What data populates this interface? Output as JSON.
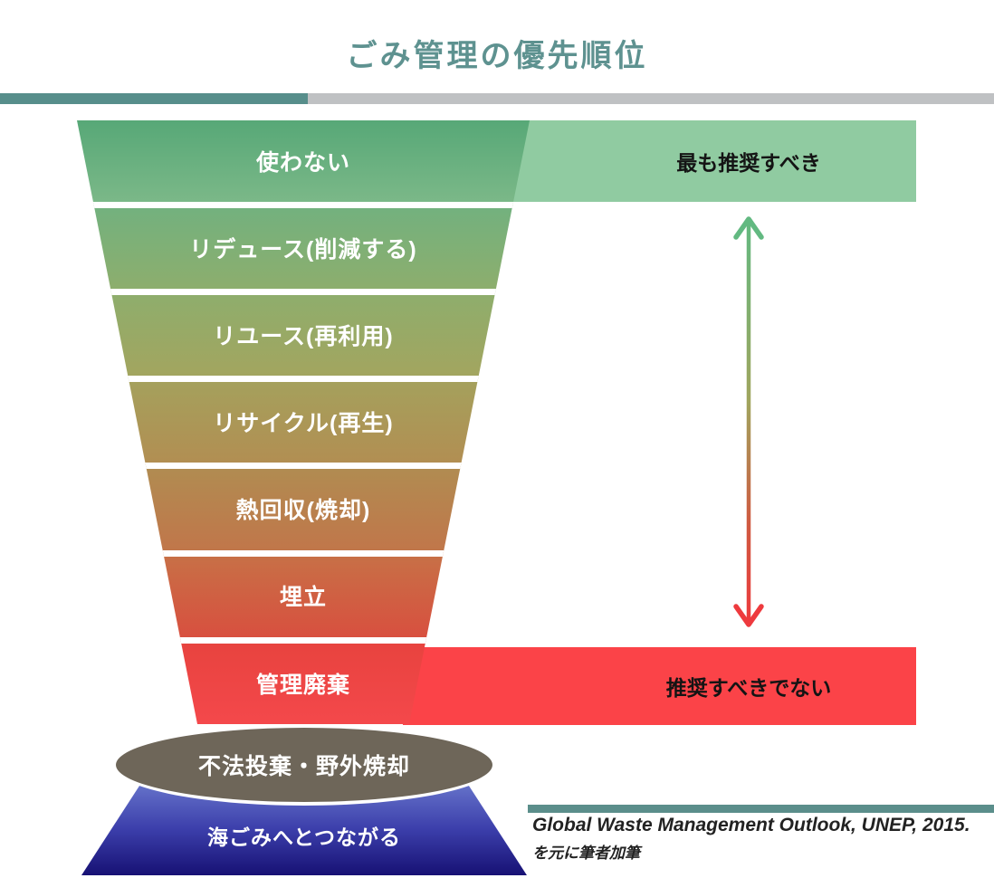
{
  "title": "ごみ管理の優先順位",
  "funnel": {
    "levels": [
      {
        "rank": 1,
        "label": "使わない"
      },
      {
        "rank": 2,
        "label": "リデュース(削減する)"
      },
      {
        "rank": 3,
        "label": "リユース(再利用)"
      },
      {
        "rank": 4,
        "label": "リサイクル(再生)"
      },
      {
        "rank": 5,
        "label": "熱回収(焼却)"
      },
      {
        "rank": 6,
        "label": "埋立"
      },
      {
        "rank": 7,
        "label": "管理廃棄"
      }
    ],
    "gradient_top_color": "#57a877",
    "gradient_bottom_color": "#f4484b"
  },
  "annotations": {
    "most_recommended": {
      "label": "最も推奨すべき",
      "color": "#90cba1"
    },
    "not_recommended": {
      "label": "推奨すべきでない",
      "color": "#fb4348"
    },
    "arrow": {
      "top_color": "#62b981",
      "bottom_color": "#ee3a3e"
    }
  },
  "outside_funnel": {
    "illegal_dumping": {
      "label": "不法投棄・野外焼却",
      "color": "#6e6659"
    },
    "ocean_trash": {
      "label": "海ごみへとつながる",
      "color_top": "#7080d2",
      "color_bottom": "#171174"
    }
  },
  "source": {
    "line1": "Global Waste Management Outlook, UNEP, 2015.",
    "line2": "を元に筆者加筆"
  },
  "accent_colors": {
    "title_teal": "#5e9290",
    "rule_teal": "#578e8b",
    "rule_gray": "#bfc1c3"
  }
}
